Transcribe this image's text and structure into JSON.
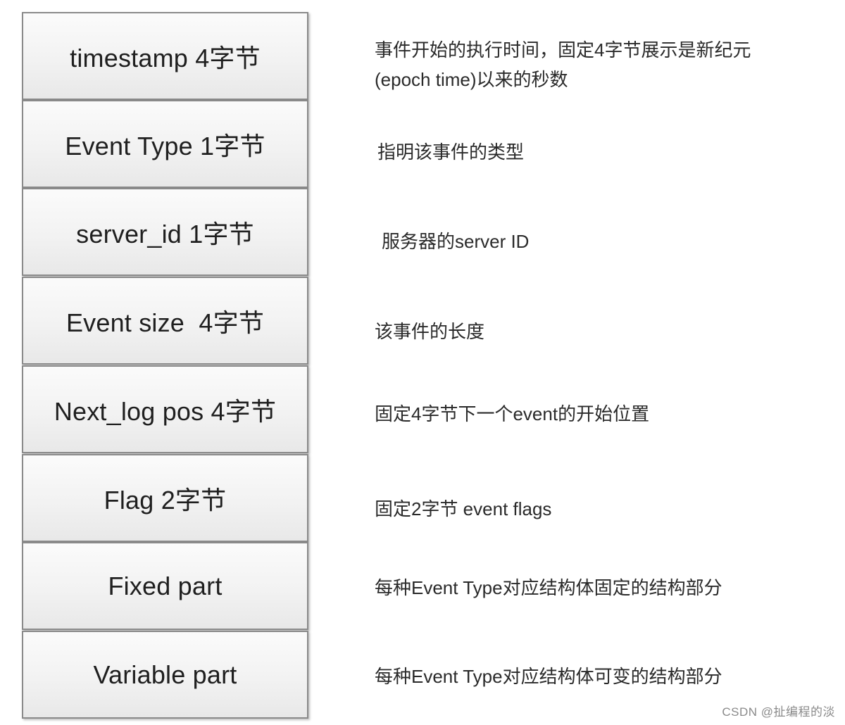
{
  "blocks": [
    {
      "label": "timestamp 4字节",
      "description": "事件开始的执行时间，固定4字节展示是新纪元\n(epoch time)以来的秒数"
    },
    {
      "label": "Event Type 1字节",
      "description": "指明该事件的类型"
    },
    {
      "label": "server_id 1字节",
      "description": "服务器的server ID"
    },
    {
      "label": "Event size  4字节",
      "description": "该事件的长度"
    },
    {
      "label": "Next_log pos 4字节",
      "description": "固定4字节下一个event的开始位置"
    },
    {
      "label": "Flag 2字节",
      "description": "固定2字节 event flags"
    },
    {
      "label": "Fixed part",
      "description": "每种Event Type对应结构体固定的结构部分"
    },
    {
      "label": "Variable part",
      "description": "每种Event Type对应结构体可变的结构部分"
    }
  ],
  "watermark": "CSDN @扯编程的淡"
}
